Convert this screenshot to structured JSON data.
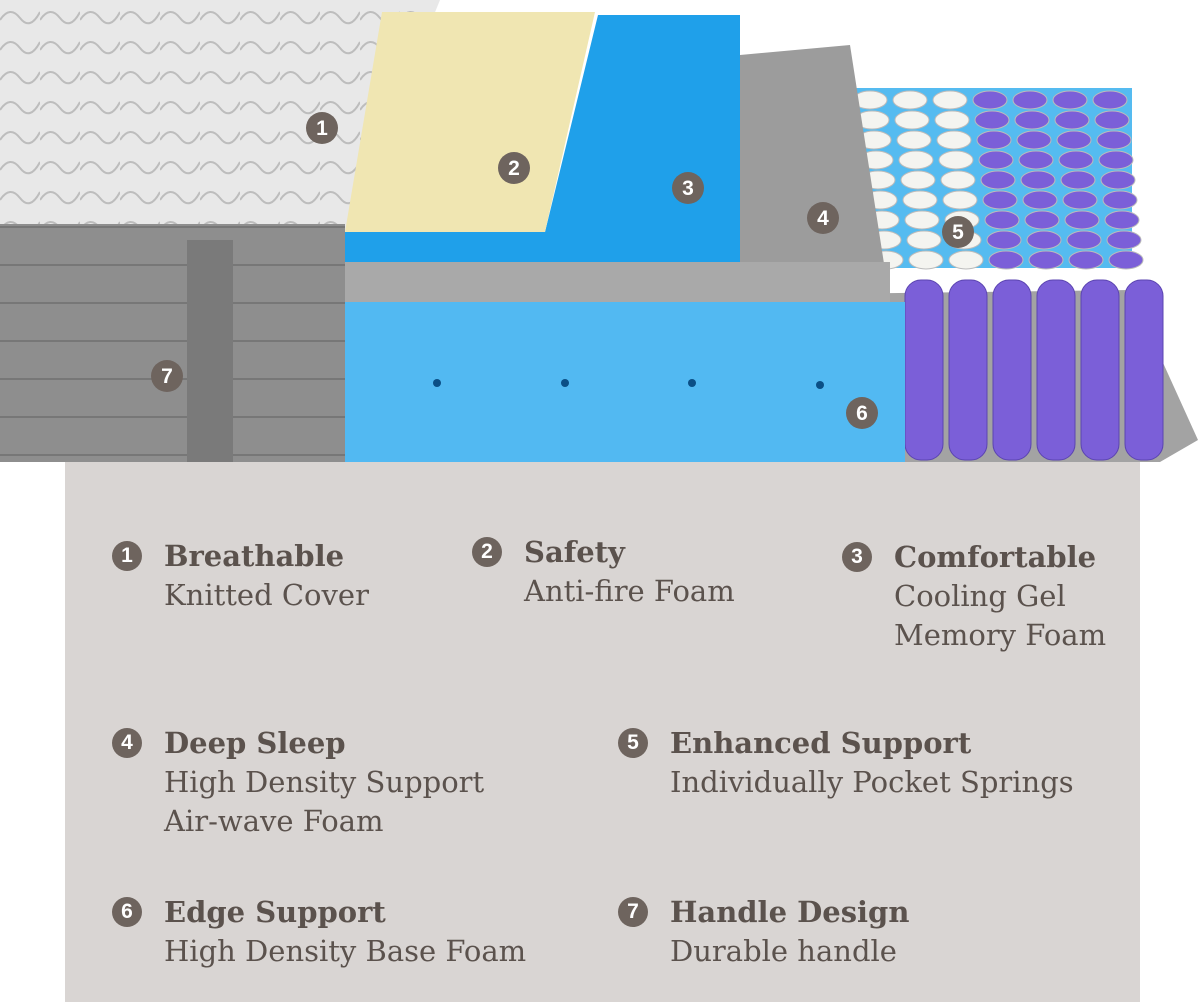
{
  "colors": {
    "panel": "#d9d5d3",
    "text": "#5b524d",
    "badge": "#6e645e",
    "cover": "#e6e6e6",
    "side": "#8c8c8c",
    "yellow_foam": "#f0e6b2",
    "blue_gel_foam": "#1fa0ea",
    "wave_foam": "#9c9c9c",
    "base_foam": "#52b9f2",
    "spring_purple": "#7b5fd8",
    "spring_white": "#f4f4f0"
  },
  "markers": [
    "1",
    "2",
    "3",
    "4",
    "5",
    "6",
    "7"
  ],
  "legend": [
    {
      "num": "1",
      "title": "Breathable",
      "desc": [
        "Knitted Cover"
      ]
    },
    {
      "num": "2",
      "title": "Safety",
      "desc": [
        "Anti-fire Foam"
      ]
    },
    {
      "num": "3",
      "title": "Comfortable",
      "desc": [
        "Cooling Gel",
        "Memory Foam"
      ]
    },
    {
      "num": "4",
      "title": "Deep Sleep",
      "desc": [
        "High Density Support",
        "Air-wave Foam"
      ]
    },
    {
      "num": "5",
      "title": "Enhanced Support",
      "desc": [
        "Individually Pocket Springs"
      ]
    },
    {
      "num": "6",
      "title": "Edge Support",
      "desc": [
        "High Density Base Foam"
      ]
    },
    {
      "num": "7",
      "title": "Handle Design",
      "desc": [
        "Durable handle"
      ]
    }
  ]
}
